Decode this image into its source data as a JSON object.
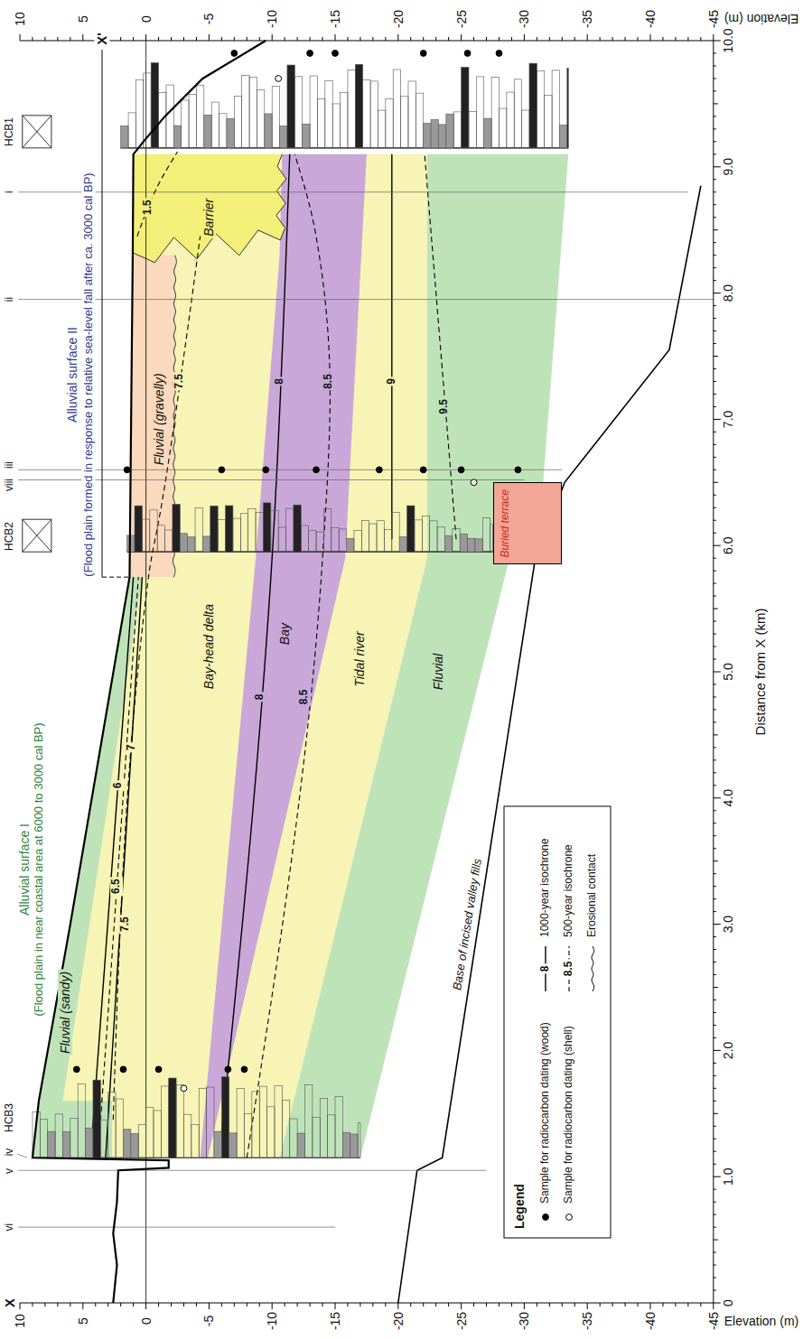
{
  "diagram": {
    "nodes": [
      {
        "text": [
          "Buried terrace"
        ]
      }
    ],
    "labels": [
      "X",
      "X'",
      "HCB1",
      "HCB2",
      "HCB3",
      "i",
      "ii",
      "iii",
      "viii",
      "iv",
      "v",
      "vi",
      "Alluvial surface II",
      "(Flood plain formed in response to relative sea-level fall after ca. 3000 cal BP)",
      "Alluvial surface I",
      "(Flood plain in near coastal area at 6000 to 3000 cal BP)",
      "Fluvial (sandy)",
      "Bay-head delta",
      "Bay",
      "Tidal river",
      "Fluvial",
      "Fluvial (gravelly)",
      "Barrier",
      "Base of incised valley fills",
      "6",
      "6.5",
      "7",
      "7.5",
      "8",
      "8.5",
      "1.5",
      "7.5",
      "8",
      "8.5",
      "9",
      "9.5",
      "Legend",
      "8",
      "8.5",
      "Elevation (m)",
      "Elevation (m)",
      "Distance from X (km)",
      "10",
      "5",
      "0",
      "-5",
      "-10",
      "-15",
      "-20",
      "-25",
      "-30",
      "-35",
      "-40",
      "-45",
      "10",
      "5",
      "0",
      "-5",
      "-10",
      "-15",
      "-20",
      "-25",
      "-30",
      "-35",
      "-40",
      "-45",
      "0",
      "1.0",
      "2.0",
      "3.0",
      "4.0",
      "5.0",
      "6.0",
      "7.0",
      "8.0",
      "9.0",
      "10.0"
    ],
    "legend": [
      {
        "text": "Sample for radiocarbon dating (wood)"
      },
      {
        "text": "Sample for radiocarbon dating (shell)"
      },
      {
        "text": "1000-year isochrone"
      },
      {
        "text": "500-year isochrone"
      },
      {
        "text": "Erosional contact"
      }
    ]
  }
}
